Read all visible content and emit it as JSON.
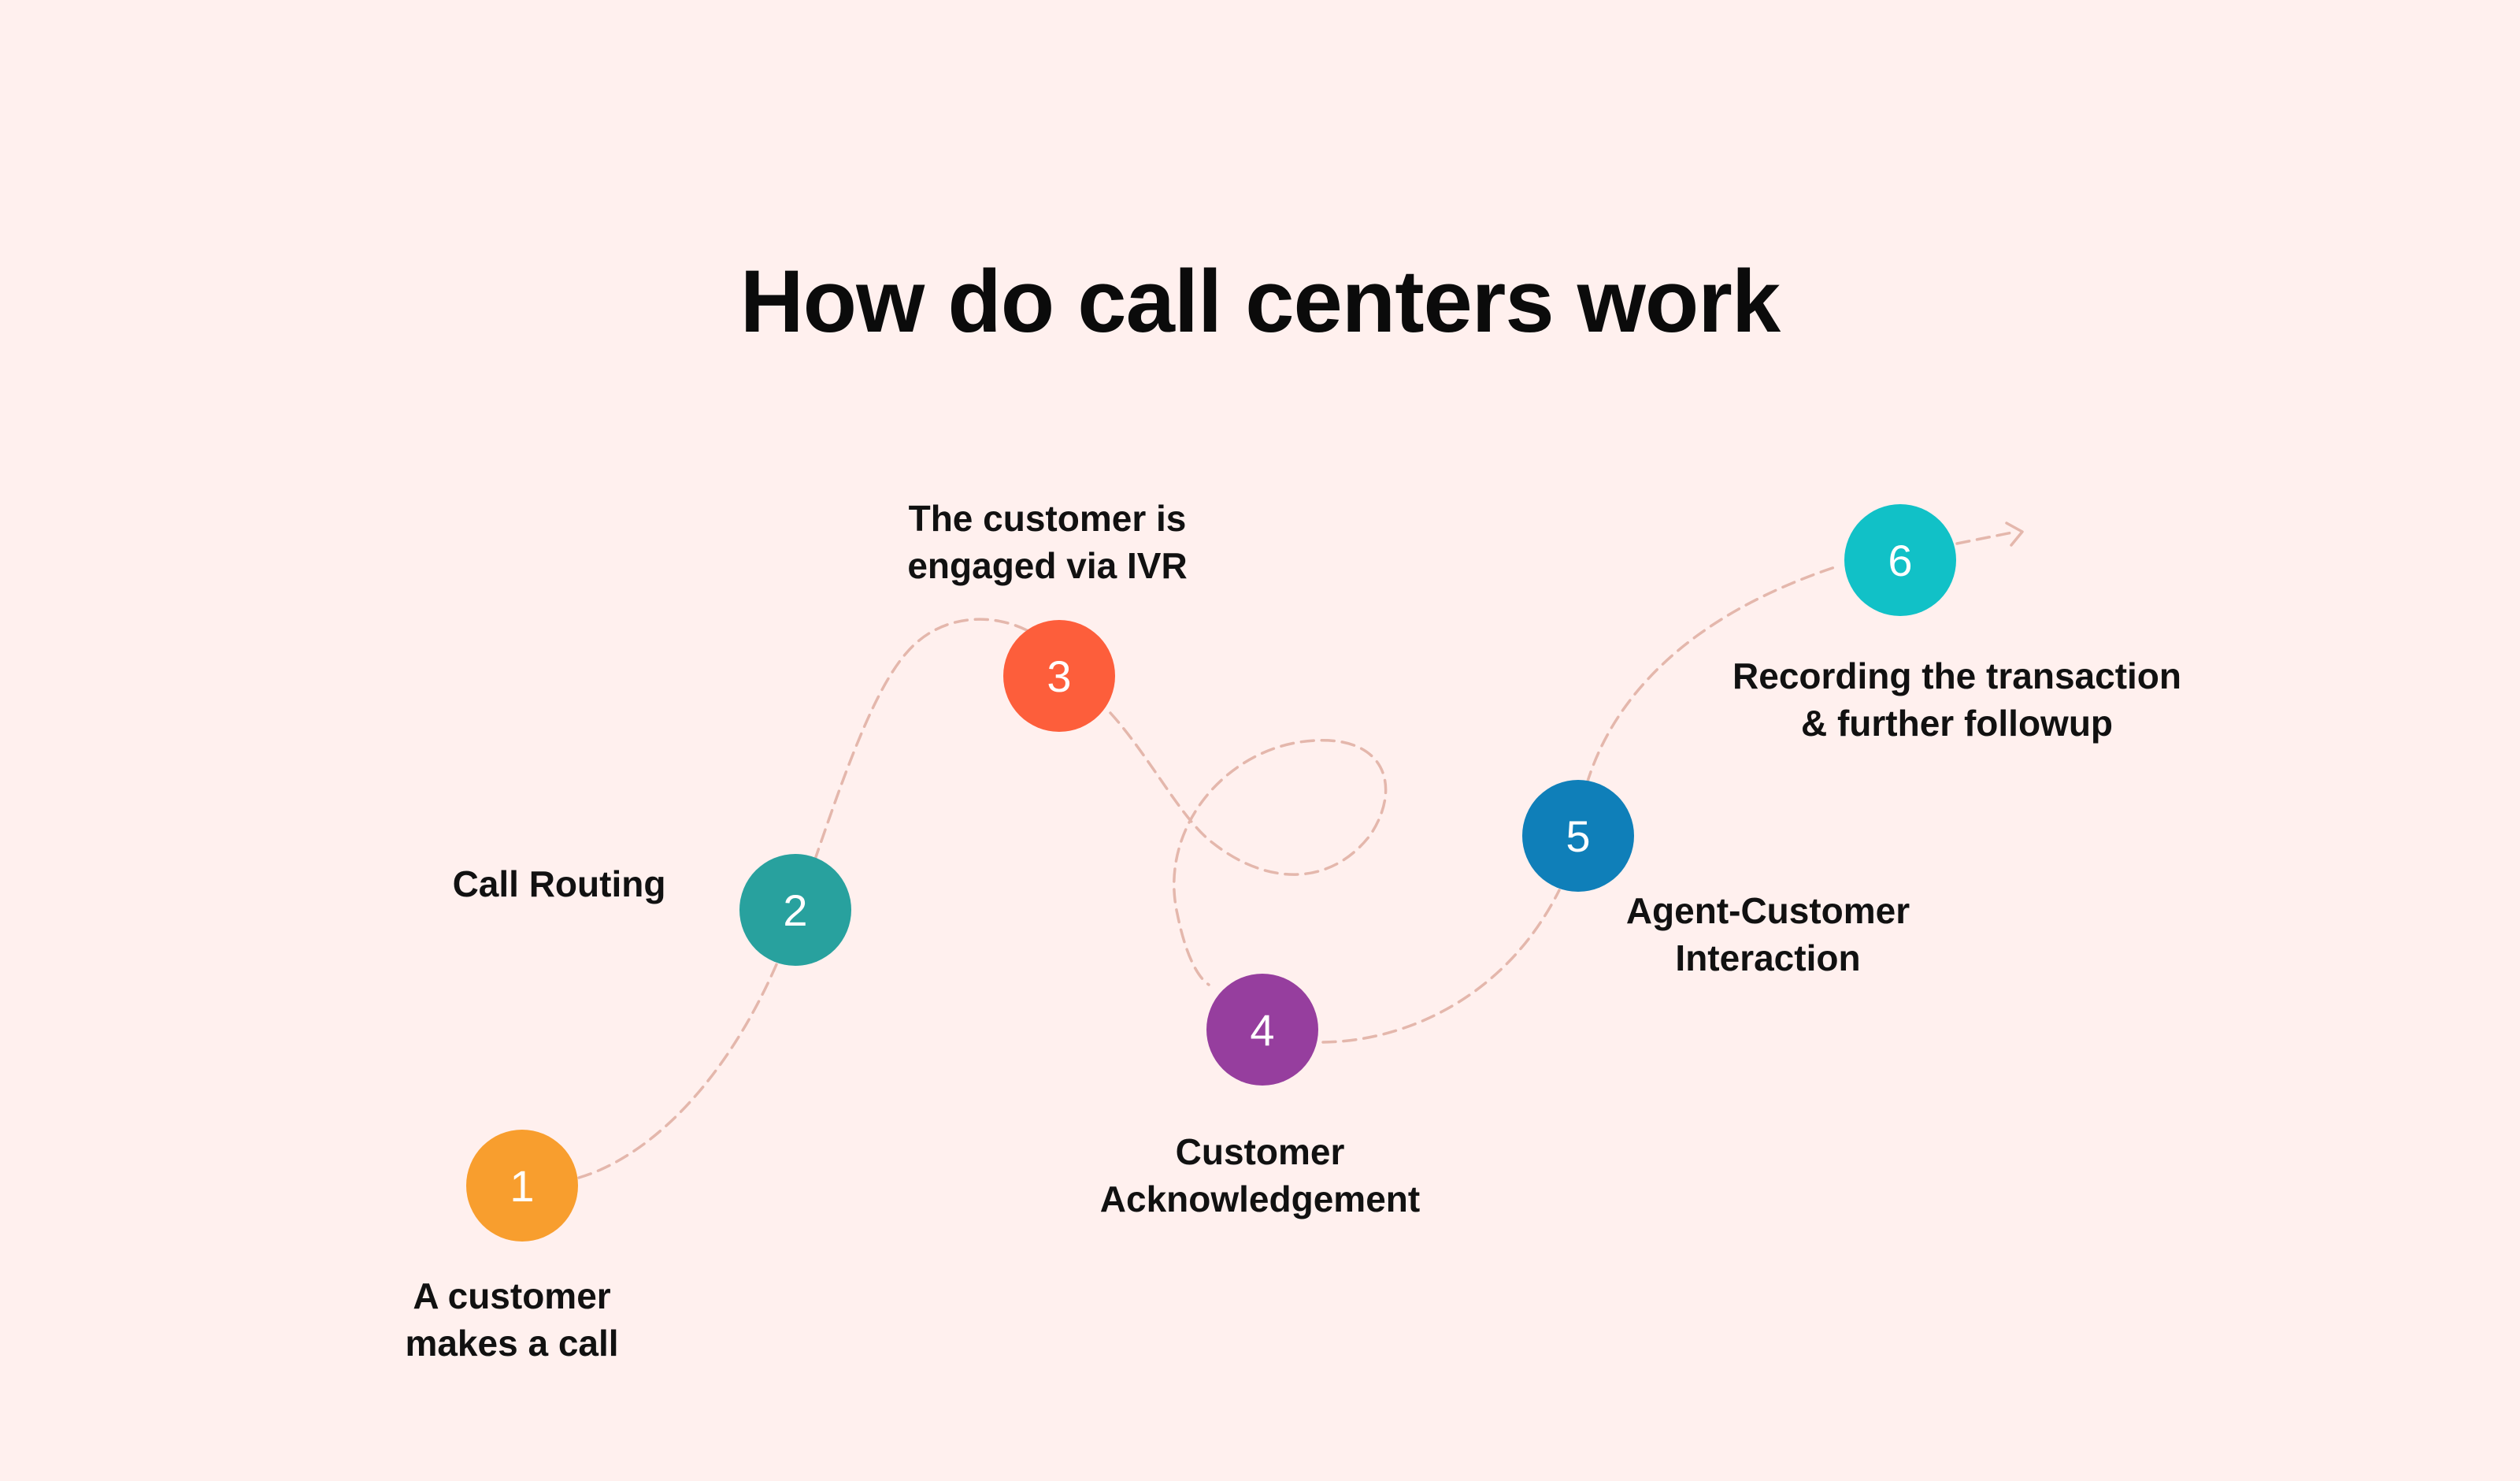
{
  "title": "How do call centers work",
  "steps": [
    {
      "number": "1",
      "label_lines": [
        "A customer",
        "makes a call"
      ],
      "color": "#f89e2e"
    },
    {
      "number": "2",
      "label_lines": [
        "Call Routing"
      ],
      "color": "#28a19e"
    },
    {
      "number": "3",
      "label_lines": [
        "The customer is",
        "engaged via IVR"
      ],
      "color": "#fd5e3b"
    },
    {
      "number": "4",
      "label_lines": [
        "Customer",
        "Acknowledgement"
      ],
      "color": "#963e9e"
    },
    {
      "number": "5",
      "label_lines": [
        "Agent-Customer",
        "Interaction"
      ],
      "color": "#0f7fb9"
    },
    {
      "number": "6",
      "label_lines": [
        "Recording the transaction",
        "& further followup"
      ],
      "color": "#11c1c7"
    }
  ],
  "path_color": "#e4b7ac"
}
